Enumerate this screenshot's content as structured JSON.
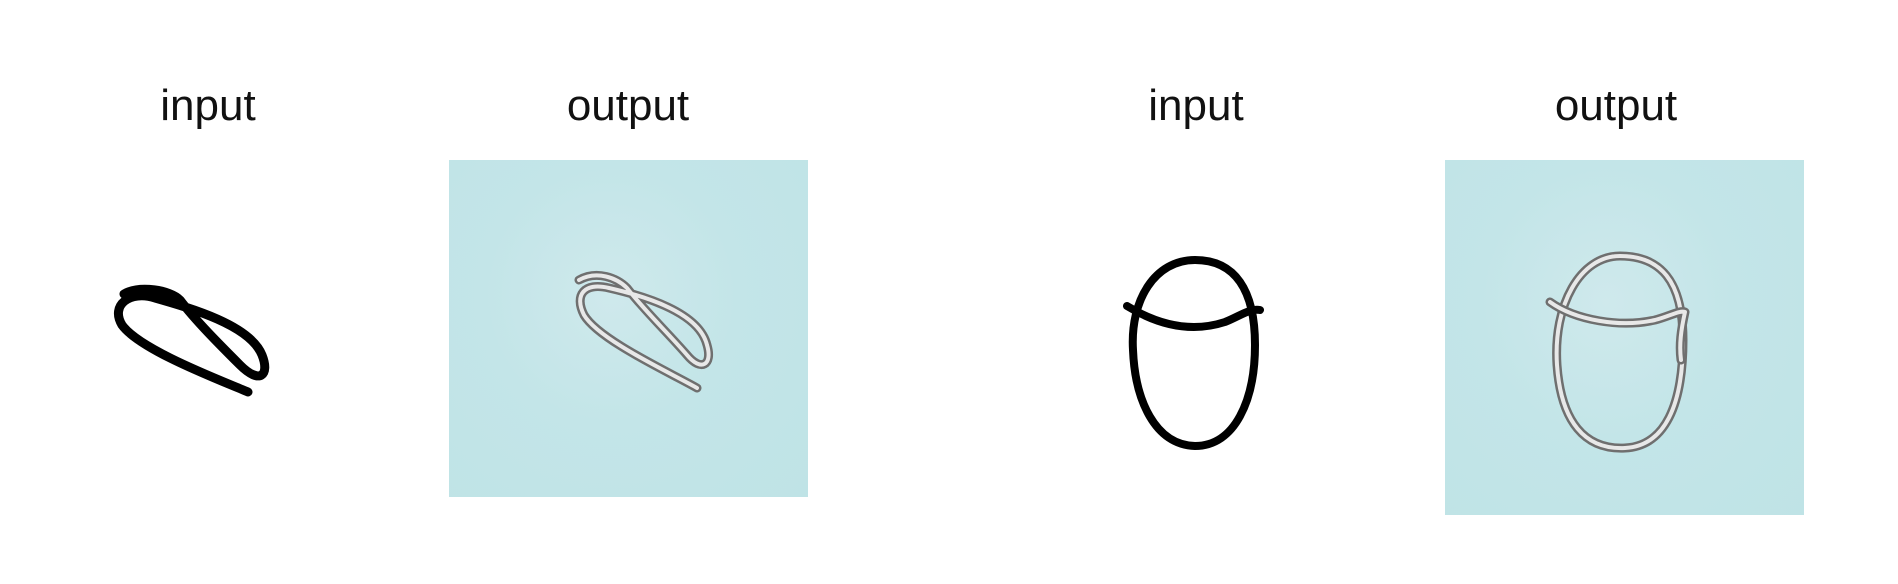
{
  "pairs": [
    {
      "input_label": "input",
      "output_label": "output",
      "input_sketch": "loop-stroke-sketch",
      "output_render": "metal-wire-loop-render",
      "output_background": "#c4e5e8"
    },
    {
      "input_label": "input",
      "output_label": "output",
      "input_sketch": "oval-with-crossbar-sketch",
      "output_render": "metal-wire-oval-render",
      "output_background": "#c4e5e8"
    }
  ],
  "colors": {
    "ink": "#000000",
    "wire_light": "#e8e8e8",
    "wire_dark": "#6f6f6f"
  }
}
